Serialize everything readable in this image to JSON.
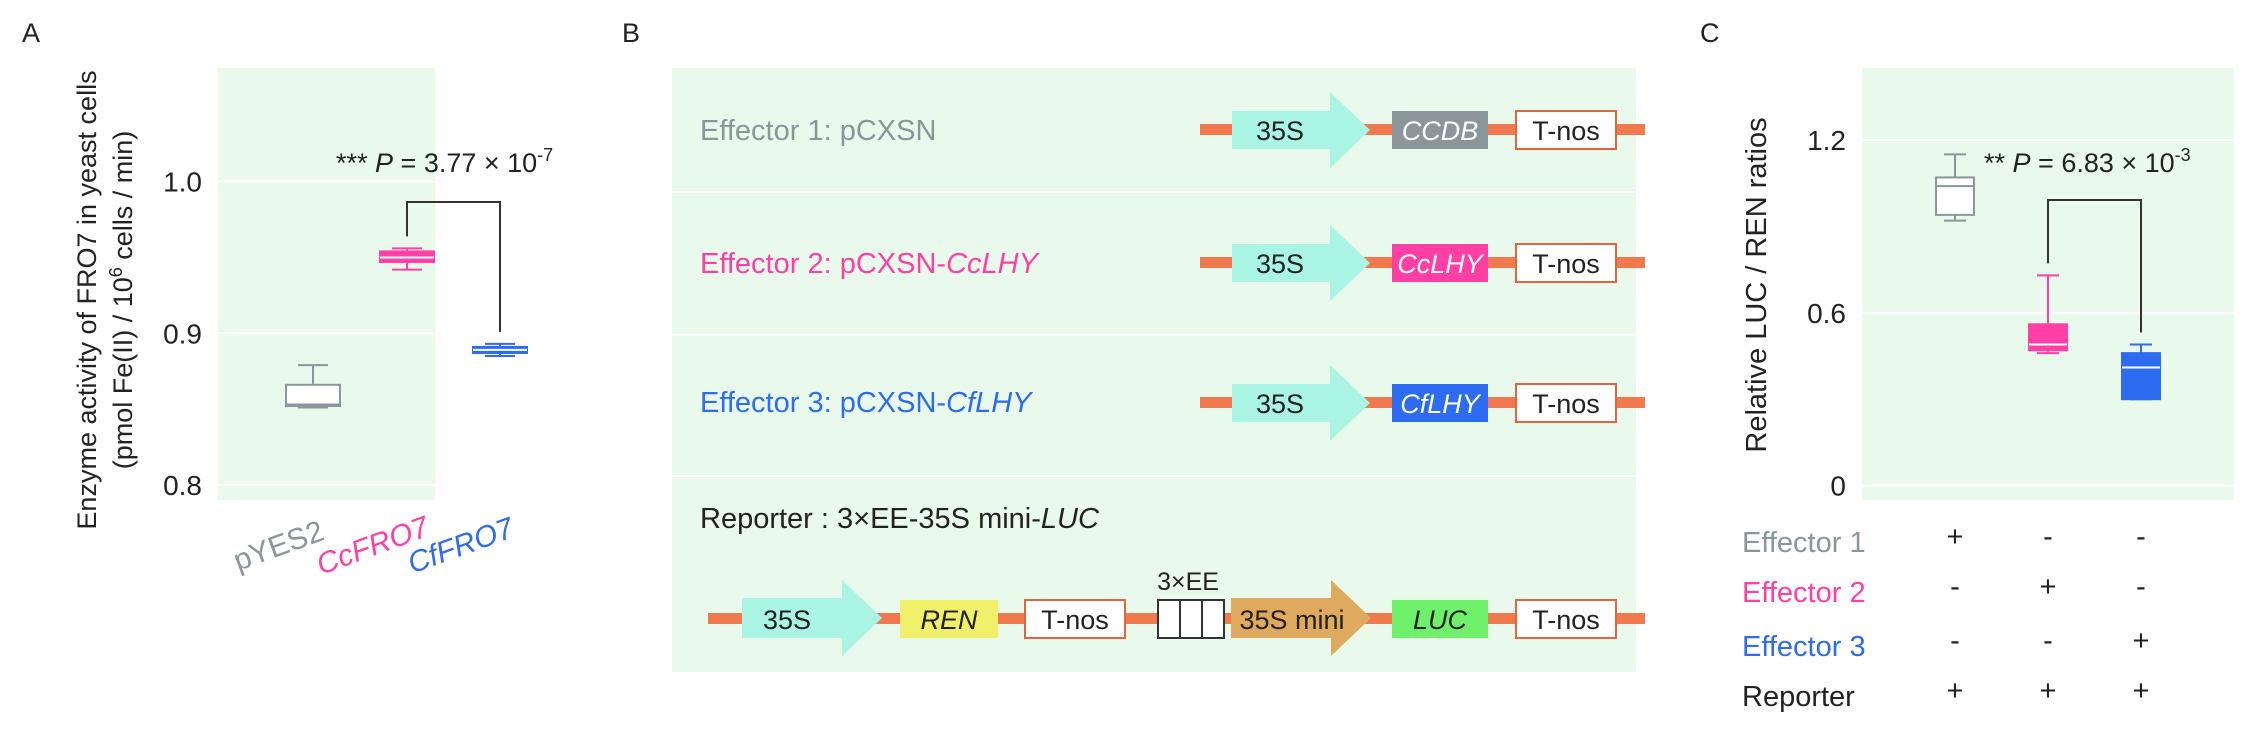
{
  "panels": {
    "a": {
      "letter": "A"
    },
    "b": {
      "letter": "B"
    },
    "c": {
      "letter": "C"
    }
  },
  "colors": {
    "panel_bg": "#e9f9ec",
    "grey": "#8a969a",
    "pink": "#ff3ea6",
    "blue": "#2d6cf0",
    "backbone": "#f07a4e",
    "promoter": "#a9f4e2",
    "ren": "#f1f06a",
    "luc": "#6ef06a",
    "mini": "#e0aa5e",
    "tnos_border": "#e5643b",
    "ccdb": "#8a969a"
  },
  "chart_data": [
    {
      "type": "box",
      "ylabel_line1": "Enzyme activity of FRO7 in yeast cells",
      "ylabel_line2_a": "(pmol Fe(II) / 10",
      "ylabel_line2_sup": "6",
      "ylabel_line2_b": " cells / min)",
      "ylim": [
        0.79,
        1.075
      ],
      "yticks": [
        0.8,
        0.9,
        1.0
      ],
      "ytick_labels": [
        "0.8",
        "0.9",
        "1.0"
      ],
      "grid": true,
      "categories": [
        "pYES2",
        "CcFRO7",
        "CfFRO7"
      ],
      "category_italic": [
        false,
        true,
        true
      ],
      "series_colors": [
        "#8a969a",
        "#ff3ea6",
        "#2d6cf0"
      ],
      "box_filled": [
        false,
        true,
        true
      ],
      "boxes": [
        {
          "min": 0.851,
          "q1": 0.852,
          "median": 0.853,
          "q3": 0.866,
          "max": 0.879
        },
        {
          "min": 0.942,
          "q1": 0.947,
          "median": 0.95,
          "q3": 0.954,
          "max": 0.956
        },
        {
          "min": 0.885,
          "q1": 0.887,
          "median": 0.889,
          "q3": 0.891,
          "max": 0.893
        }
      ],
      "annotation": {
        "stars": "***",
        "p_prefix": "P",
        "p_text": " = 3.77 × 10",
        "p_exp": "-7",
        "from": 1,
        "to": 2
      }
    },
    {
      "type": "box",
      "ylabel": "Relative LUC / REN ratios",
      "ylim": [
        -0.05,
        1.45
      ],
      "yticks": [
        0,
        0.6,
        1.2
      ],
      "ytick_labels": [
        "0",
        "0.6",
        "1.2"
      ],
      "grid": true,
      "series_colors": [
        "#8a969a",
        "#ff3ea6",
        "#2d6cf0"
      ],
      "box_filled": [
        false,
        true,
        true
      ],
      "boxes": [
        {
          "min": 0.92,
          "q1": 0.94,
          "median": 1.04,
          "q3": 1.07,
          "max": 1.15
        },
        {
          "min": 0.46,
          "q1": 0.47,
          "median": 0.49,
          "q3": 0.56,
          "max": 0.73
        },
        {
          "min": 0.3,
          "q1": 0.3,
          "median": 0.41,
          "q3": 0.46,
          "max": 0.49
        }
      ],
      "annotation": {
        "stars": "**",
        "p_prefix": "P",
        "p_text": " = 6.83 × 10",
        "p_exp": "-3",
        "from": 1,
        "to": 2
      },
      "design_table": {
        "rows": [
          {
            "label": "Effector 1",
            "color": "#8a969a",
            "values": [
              "+",
              "-",
              "-"
            ]
          },
          {
            "label": "Effector 2",
            "color": "#ff3ea6",
            "values": [
              "-",
              "+",
              "-"
            ]
          },
          {
            "label": "Effector 3",
            "color": "#2d6cf0",
            "values": [
              "-",
              "-",
              "+"
            ]
          },
          {
            "label": "Reporter",
            "color": "#222222",
            "values": [
              "+",
              "+",
              "+"
            ]
          }
        ]
      }
    }
  ],
  "constructs": [
    {
      "title": "Effector 1: pCXSN",
      "title_italic": "",
      "color": "#8a969a",
      "elements": [
        "35S",
        "CCDB",
        "T-nos"
      ],
      "gene_fill": "#8a969a"
    },
    {
      "title": "Effector 2: pCXSN-",
      "title_italic": "CcLHY",
      "color": "#ff3ea6",
      "elements": [
        "35S",
        "CcLHY",
        "T-nos"
      ],
      "gene_fill": "#ff3ea6"
    },
    {
      "title": "Effector 3: pCXSN-",
      "title_italic": "CfLHY",
      "color": "#2d6cf0",
      "elements": [
        "35S",
        "CfLHY",
        "T-nos"
      ],
      "gene_fill": "#2d6cf0"
    }
  ],
  "reporter": {
    "title": "Reporter : 3×EE-35S mini-",
    "title_italic": "LUC",
    "promoter": "35S",
    "ren": "REN",
    "tnos1": "T-nos",
    "ee_label": "3×EE",
    "mini": "35S mini",
    "luc": "LUC",
    "tnos2": "T-nos"
  }
}
